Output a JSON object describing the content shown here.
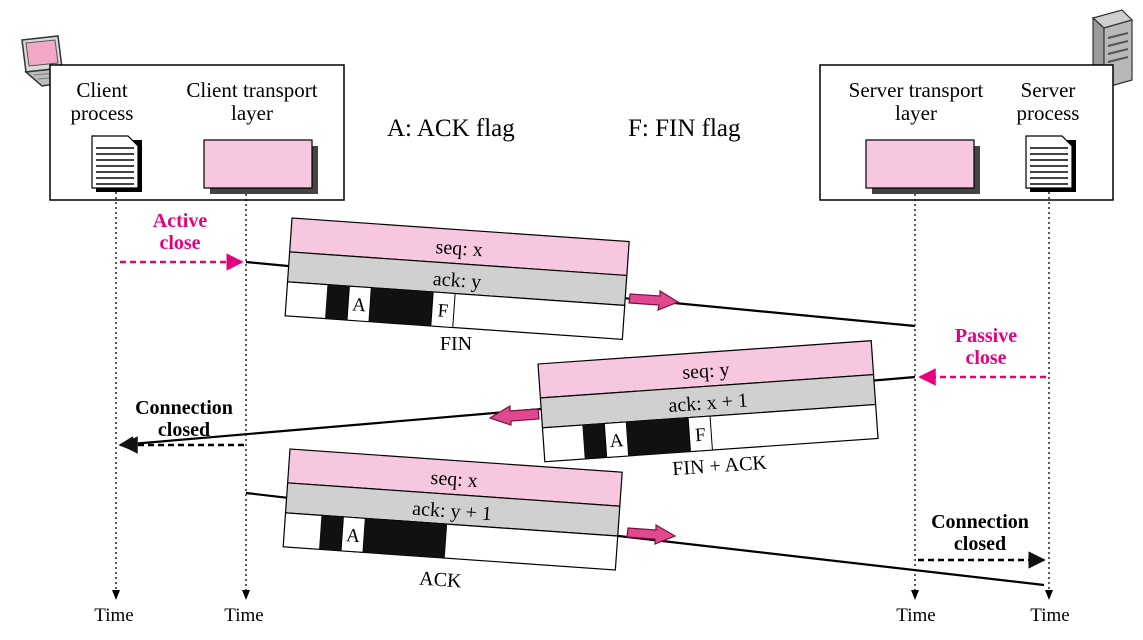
{
  "client_box": {
    "process_label_1": "Client",
    "process_label_2": "process",
    "transport_label_1": "Client transport",
    "transport_label_2": "layer"
  },
  "server_box": {
    "transport_label_1": "Server transport",
    "transport_label_2": "layer",
    "process_label_1": "Server",
    "process_label_2": "process"
  },
  "legend": {
    "ack_flag": "A: ACK flag",
    "fin_flag": "F: FIN flag"
  },
  "events": {
    "active_close_1": "Active",
    "active_close_2": "close",
    "passive_close_1": "Passive",
    "passive_close_2": "close",
    "client_closed_1": "Connection",
    "client_closed_2": "closed",
    "server_closed_1": "Connection",
    "server_closed_2": "closed"
  },
  "segments": [
    {
      "seq": "seq: x",
      "ack": "ack: y",
      "flag_a": "A",
      "flag_f": "F",
      "label": "FIN"
    },
    {
      "seq": "seq: y",
      "ack": "ack: x + 1",
      "flag_a": "A",
      "flag_f": "F",
      "label": "FIN + ACK"
    },
    {
      "seq": "seq: x",
      "ack": "ack: y + 1",
      "flag_a": "A",
      "label": "ACK"
    }
  ],
  "timelines": {
    "client_process": "Time",
    "client_transport": "Time",
    "server_transport": "Time",
    "server_process": "Time"
  },
  "colors": {
    "magenta": "#e6007e",
    "pink_fill": "#f7c6df",
    "gray_fill": "#d0d0d0",
    "arrow_pink": "#e0488f"
  },
  "icons": [
    "laptop-icon",
    "server-tower-icon",
    "document-icon"
  ]
}
